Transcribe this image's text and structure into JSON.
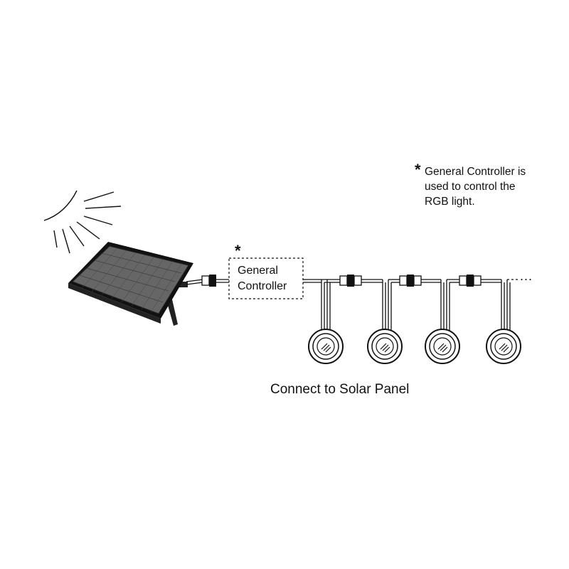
{
  "note": {
    "star": "*",
    "lines": [
      "General Controller  is",
      "used to control the",
      "RGB light."
    ]
  },
  "controller": {
    "star": "*",
    "line1": "General",
    "line2": "Controller"
  },
  "caption": "Connect to Solar Panel",
  "ellipsis": "...",
  "colors": {
    "ink": "#111111",
    "panel_cell": "#555555",
    "background": "#ffffff"
  },
  "icons": [
    "sun-icon",
    "solar-panel-icon",
    "connector-icon",
    "rgb-light-icon"
  ]
}
